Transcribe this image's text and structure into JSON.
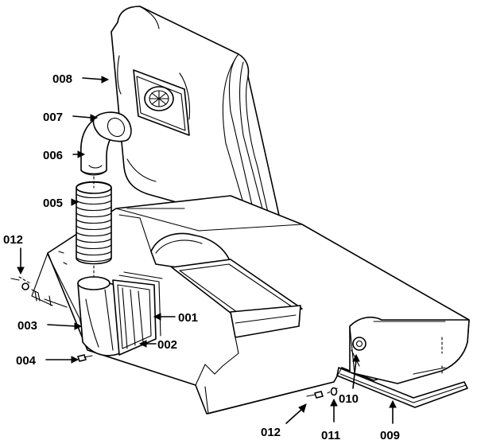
{
  "callouts": {
    "p008": "008",
    "p007": "007",
    "p006": "006",
    "p005": "005",
    "p012_left": "012",
    "p003": "003",
    "p004": "004",
    "p001": "001",
    "p002": "002",
    "p010": "010",
    "p012_bottom": "012",
    "p011": "011",
    "p009": "009"
  },
  "colors": {
    "line": "#000000",
    "background": "#ffffff"
  }
}
